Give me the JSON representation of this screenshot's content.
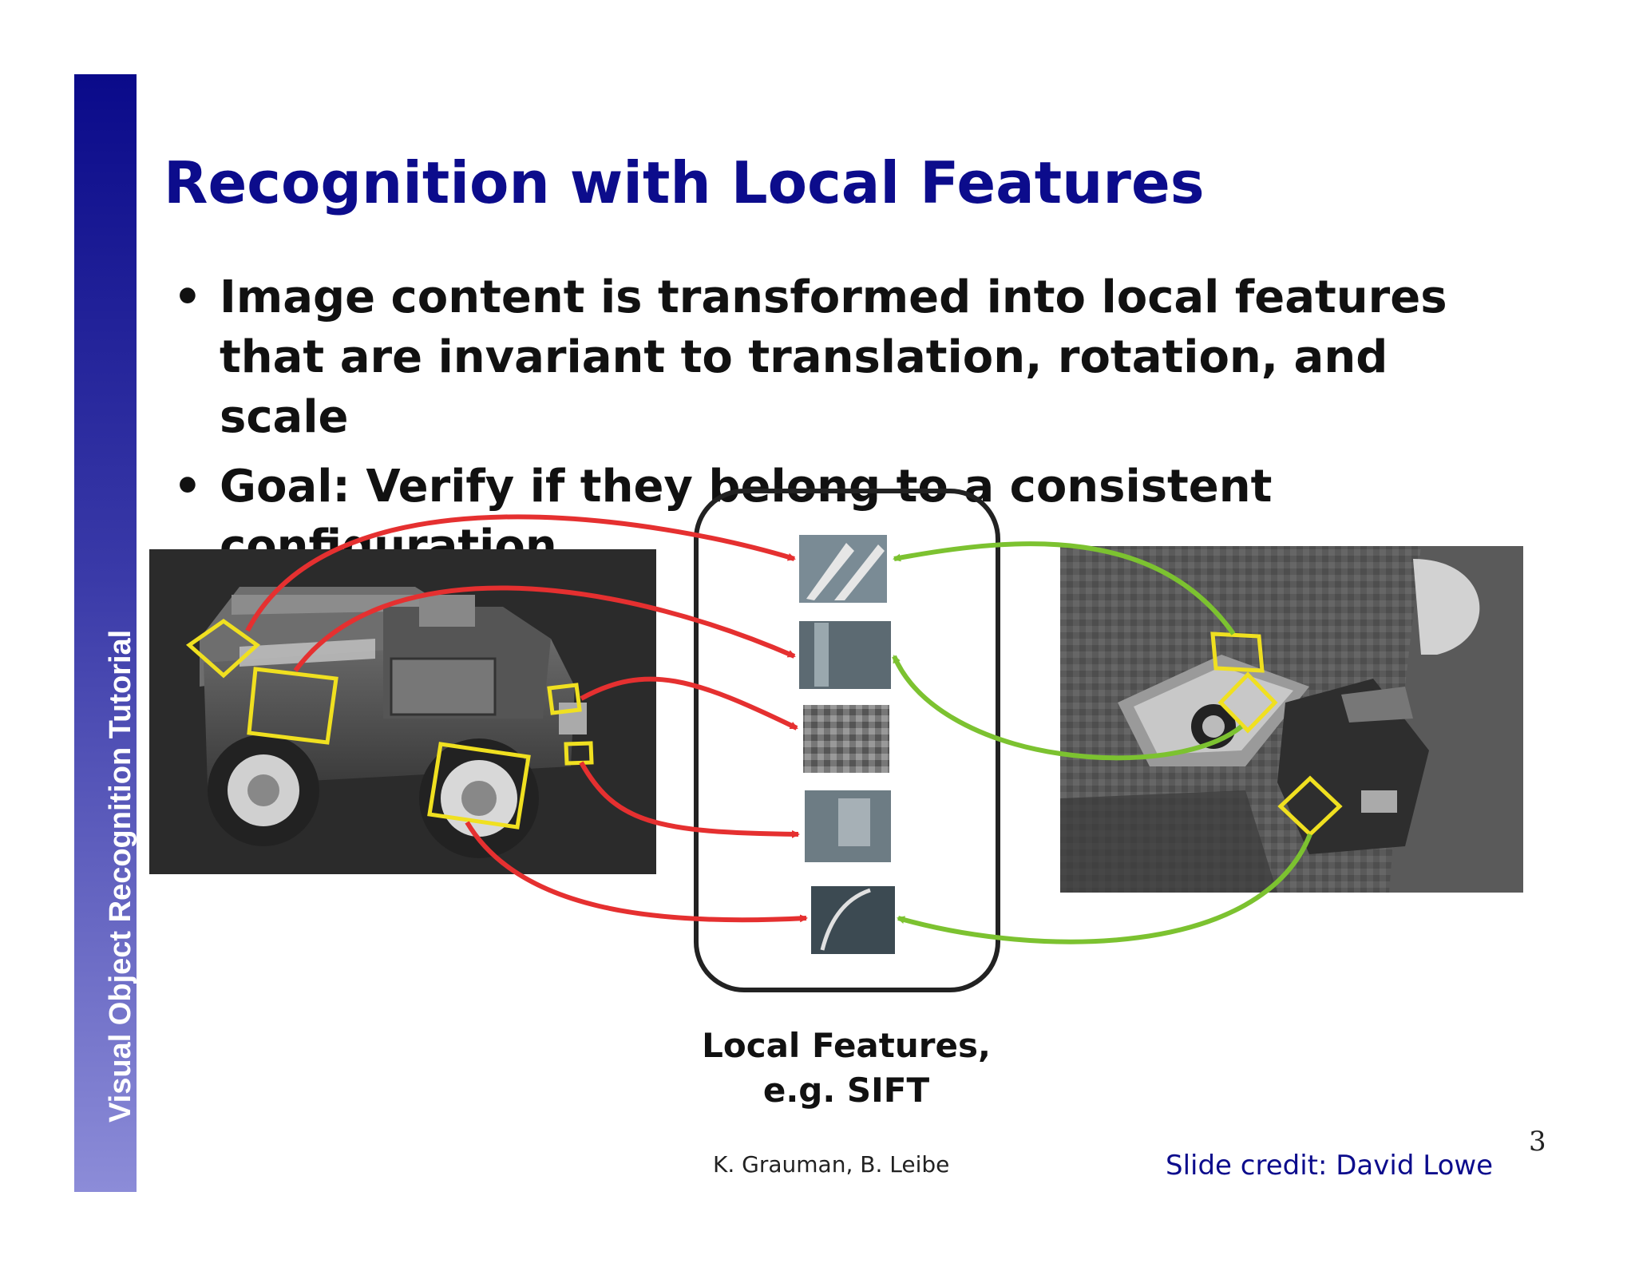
{
  "sidebar": {
    "text": "Visual Object Recognition Tutorial"
  },
  "title": "Recognition with Local Features",
  "bullets": [
    "Image content is transformed into local features that are invariant to translation, rotation, and scale",
    "Goal: Verify if they belong to a consistent configuration"
  ],
  "bullet_symbol": "•",
  "figure": {
    "caption_line1": "Local Features,",
    "caption_line2": "e.g. SIFT",
    "arrow_colors": {
      "left": "#e53030",
      "right": "#7cc230"
    },
    "box_color": "#f0e020"
  },
  "footer": {
    "authors": "K. Grauman, B. Leibe",
    "credit": "Slide credit: David Lowe",
    "page_number": "3"
  }
}
